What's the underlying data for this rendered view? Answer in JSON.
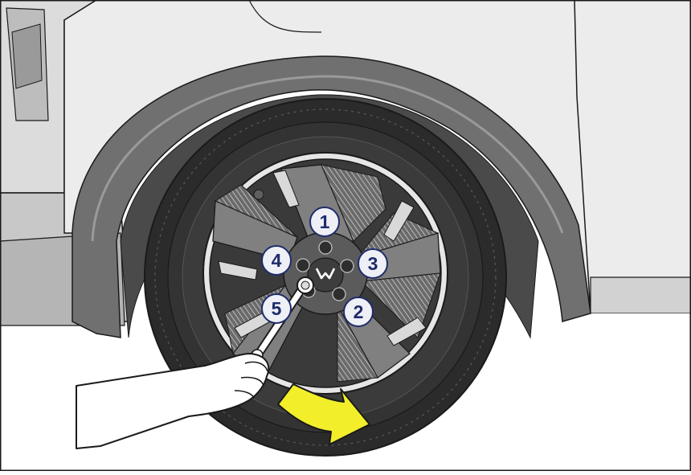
{
  "figure": {
    "colors": {
      "outline": "#1a1a1a",
      "body_panel": "#e9e9e9",
      "body_shadow": "#cfcfcf",
      "wheel_arch": "#6e6e6e",
      "tire": "#2b2b2b",
      "rim_spoke": "#7f7f7f",
      "rim_dark": "#3a3a3a",
      "rim_edge": "#e6e6e6",
      "badge_fill": "#eef0f6",
      "badge_text": "#1f2b6b",
      "arrow": "#f2ef2a",
      "hand": "#ffffff"
    },
    "icons": {
      "arrow": "curved-arrow-icon",
      "wrench": "lug-wrench-icon",
      "hand": "hand-icon",
      "logo": "brand-logo-icon"
    },
    "lug_nuts": [
      {
        "number": "1"
      },
      {
        "number": "2"
      },
      {
        "number": "3"
      },
      {
        "number": "4"
      },
      {
        "number": "5"
      }
    ]
  }
}
